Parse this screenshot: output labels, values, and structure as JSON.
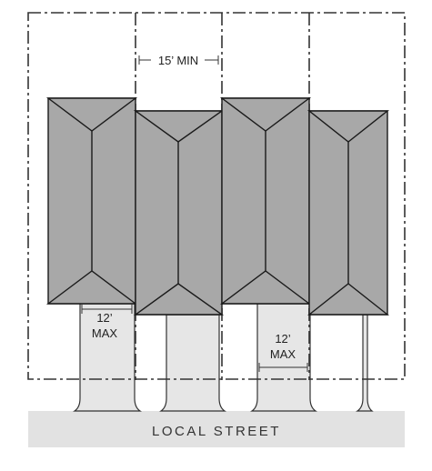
{
  "labels": {
    "lot_spacing": "15’ MIN",
    "driveway_max_1_line1": "12’",
    "driveway_max_1_line2": "MAX",
    "driveway_max_2_line1": "12’",
    "driveway_max_2_line2": "MAX",
    "street": "LOCAL STREET"
  },
  "colors": {
    "roof_fill": "#a8a8a8",
    "roof_stroke": "#1a1a1a",
    "driveway_fill": "#e6e6e6",
    "street_fill": "#e2e2e2",
    "lot_line": "#333333"
  }
}
